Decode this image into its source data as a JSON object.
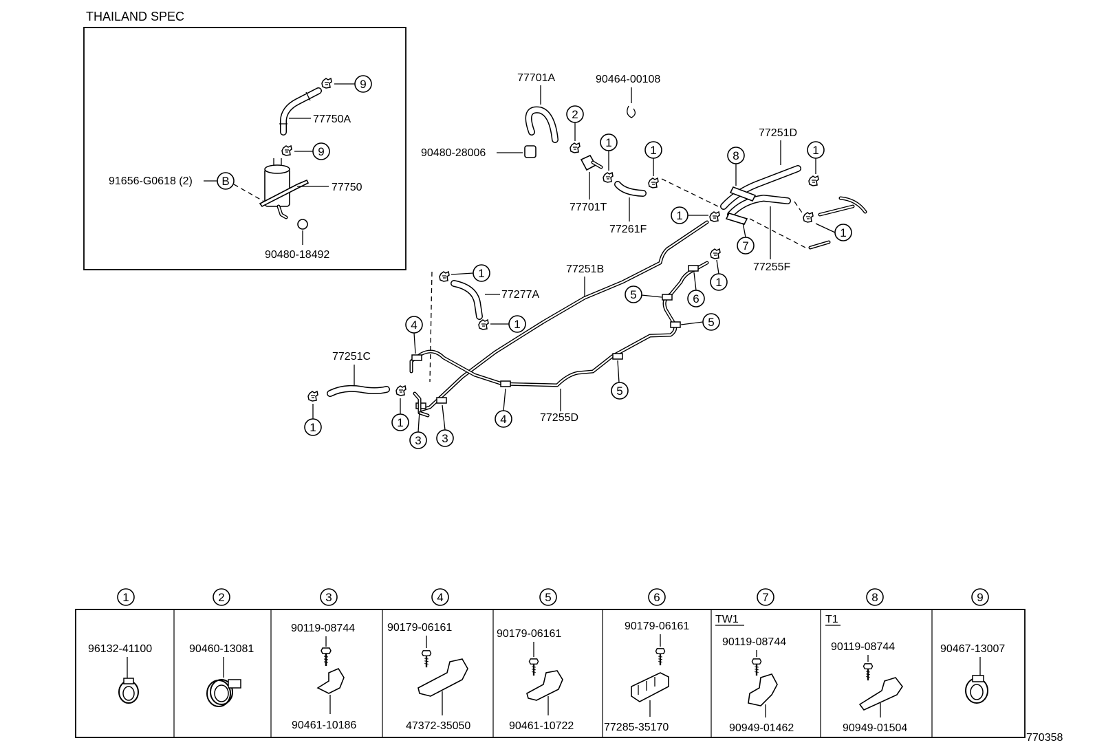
{
  "inset": {
    "title": "THAILAND SPEC",
    "hose": "77750A",
    "canister": "77750",
    "bolt": "91656-G0618 (2)",
    "bolt_ref": "B",
    "grommet": "90480-18492",
    "clip_refs": [
      "9",
      "9"
    ]
  },
  "main": {
    "parts": {
      "hose_upper": "77701A",
      "hook": "90464-00108",
      "grommet": "90480-28006",
      "valve": "77701T",
      "hose_short": "77261F",
      "pipe_upper_right": "77251D",
      "pipe_lower_right": "77255F",
      "pipe_long": "77251B",
      "hose_mid_left": "77277A",
      "hose_left": "77251C",
      "pipe_lower": "77255D"
    },
    "callouts": [
      "2",
      "1",
      "1",
      "8",
      "1",
      "1",
      "7",
      "1",
      "1",
      "5",
      "6",
      "5",
      "5",
      "1",
      "1",
      "4",
      "1",
      "1",
      "3",
      "3",
      "4"
    ]
  },
  "legend": {
    "columns": [
      {
        "ref": "1",
        "parts": [
          "96132-41100"
        ]
      },
      {
        "ref": "2",
        "parts": [
          "90460-13081"
        ]
      },
      {
        "ref": "3",
        "parts": [
          "90119-08744",
          "90461-10186"
        ]
      },
      {
        "ref": "4",
        "parts": [
          "90179-06161",
          "47372-35050"
        ]
      },
      {
        "ref": "5",
        "parts": [
          "90179-06161",
          "90461-10722"
        ]
      },
      {
        "ref": "6",
        "parts": [
          "90179-06161",
          "77285-35170"
        ]
      },
      {
        "ref": "7",
        "variant": "TW1",
        "parts": [
          "90119-08744",
          "90949-01462"
        ]
      },
      {
        "ref": "8",
        "variant": "T1",
        "parts": [
          "90119-08744",
          "90949-01504"
        ]
      },
      {
        "ref": "9",
        "parts": [
          "90467-13007"
        ]
      }
    ]
  },
  "diagram_code": "770358"
}
